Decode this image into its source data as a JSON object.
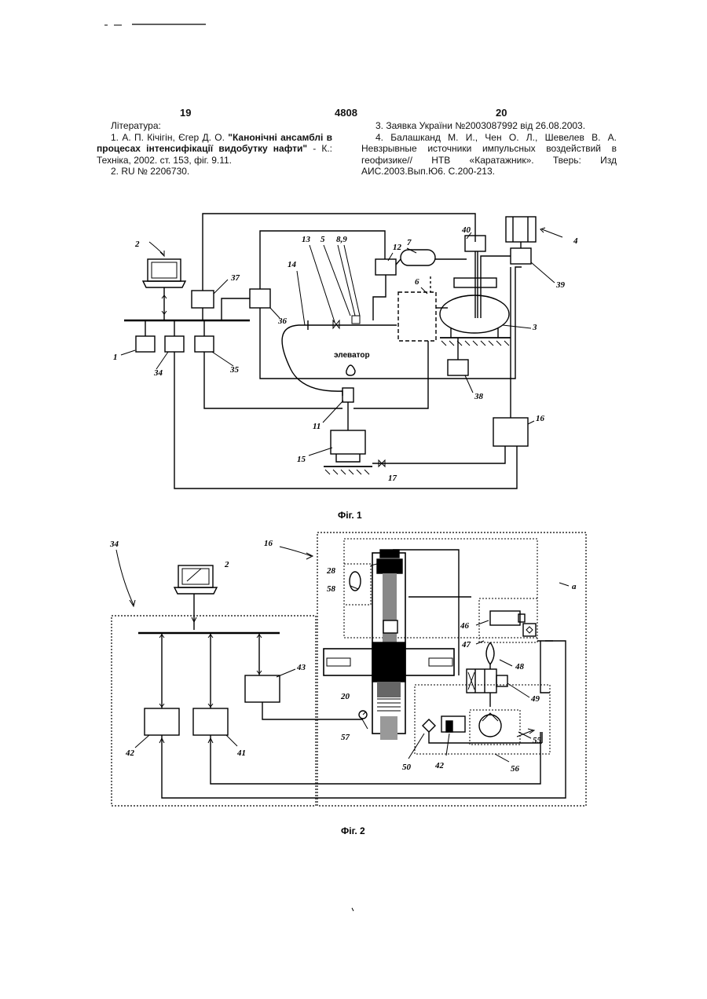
{
  "header": {
    "left_page": "19",
    "center_number": "4808",
    "right_page": "20"
  },
  "references": {
    "heading": "Література:",
    "ref1_prefix": "1. А. П. Кічігін, Єгер Д. О. ",
    "ref1_title": "\"Канонічні ансамблі в процесах інтенсифікації видобутку нафти\"",
    "ref1_suffix": " - К.: Техніка, 2002. ст. 153, фіг. 9.11.",
    "ref2": "2. RU № 2206730.",
    "ref3": "3. Заявка України №2003087992 від 26.08.2003.",
    "ref4": "4. Балашканд М. И., Чен О. Л., Шевелев В. А. Невзрывные источники импульсных воздействий в геофизике// НТВ «Каратажник». Тверь: Изд АИС.2003.Вып.Ю6. С.200-213."
  },
  "figure1": {
    "caption": "Фіг. 1",
    "elevator_label": "элеватор",
    "labels": {
      "n2": "2",
      "n4": "4",
      "n37": "37",
      "n36": "36",
      "n14": "14",
      "n13": "13",
      "n5": "5",
      "n89": "8,9",
      "n12": "12",
      "n7": "7",
      "n40": "40",
      "n39": "39",
      "n6": "6",
      "n3": "3",
      "n1": "1",
      "n34": "34",
      "n35": "35",
      "n38": "38",
      "n11": "11",
      "n16": "16",
      "n15": "15",
      "n17": "17"
    }
  },
  "figure2": {
    "caption": "Фіг. 2",
    "labels": {
      "n34": "34",
      "n2": "2",
      "n16": "16",
      "n28": "28",
      "n58": "58",
      "na": "a",
      "n46": "46",
      "n47": "47",
      "n48": "48",
      "n20": "20",
      "n49": "49",
      "n43": "43",
      "n57": "57",
      "n55": "55",
      "n50": "50",
      "n42a": "42",
      "n56": "56",
      "n42b": "42",
      "n41": "41"
    }
  }
}
